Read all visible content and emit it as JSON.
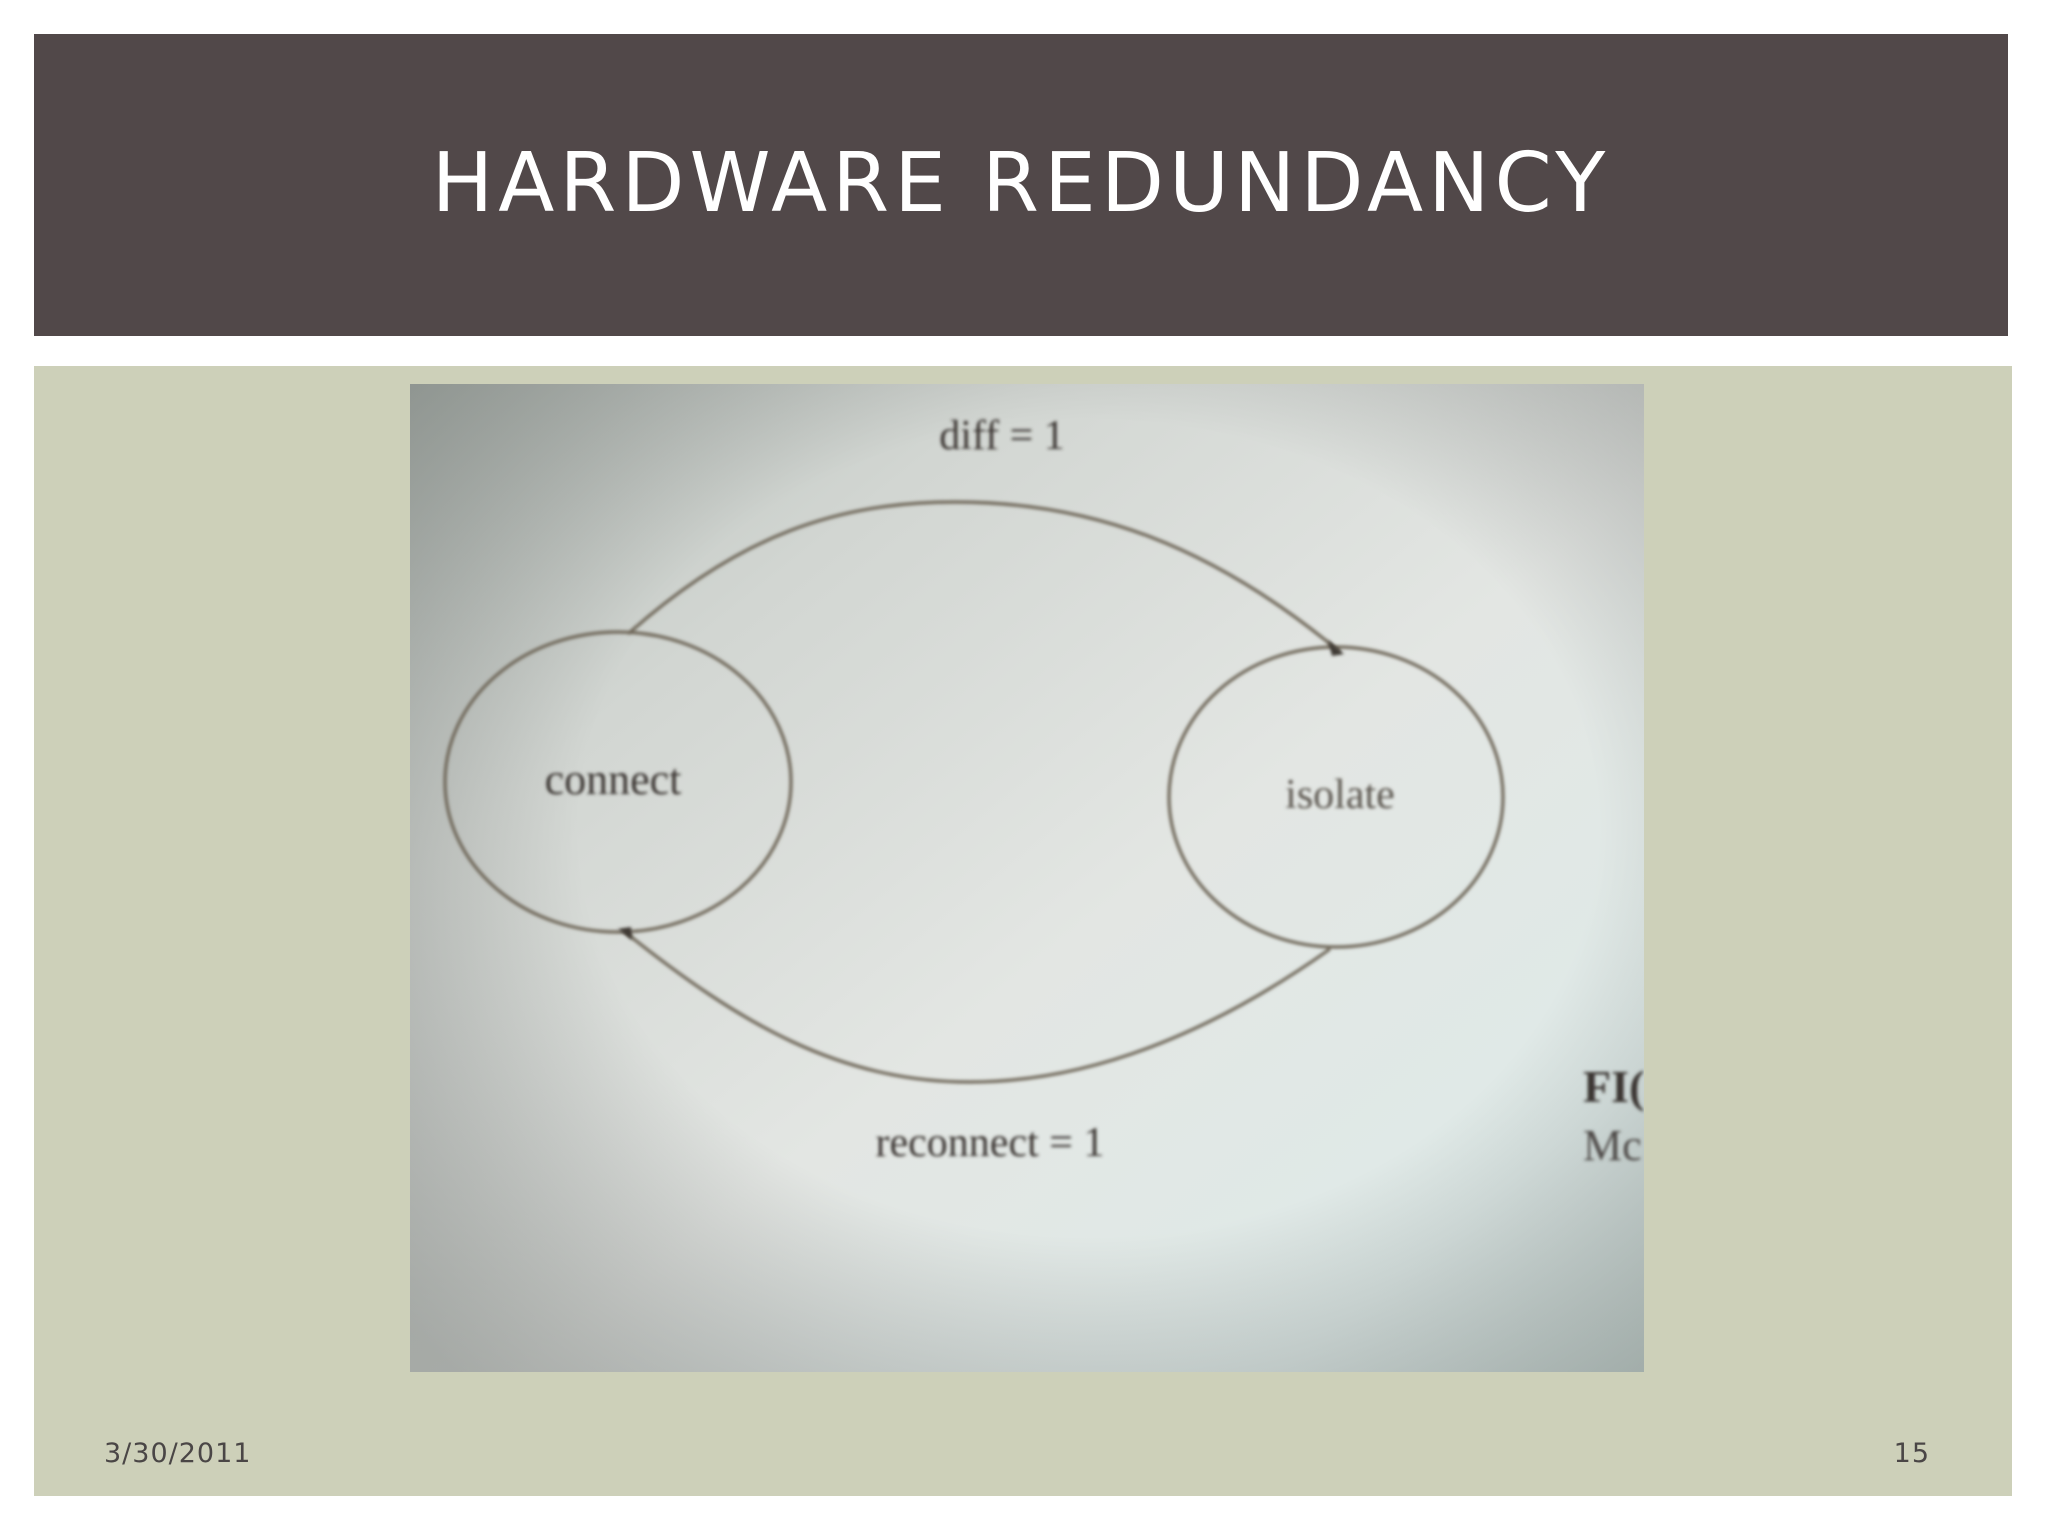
{
  "slide": {
    "title": "HARDWARE REDUNDANCY",
    "date": "3/30/2011",
    "page_number": "15"
  },
  "diagram": {
    "nodes": [
      {
        "id": "connect",
        "label": "connect"
      },
      {
        "id": "isolate",
        "label": "isolate"
      }
    ],
    "edges": [
      {
        "from": "connect",
        "to": "isolate",
        "label": "diff = 1"
      },
      {
        "from": "isolate",
        "to": "connect",
        "label": "reconnect = 1"
      }
    ],
    "cropped_caption": {
      "line1": "FI(",
      "line2": "Mc"
    }
  },
  "colors": {
    "title_bar": "#514849",
    "panel": "#cdd0b9",
    "title_text": "#ffffff",
    "footer_text": "#4a4646"
  }
}
